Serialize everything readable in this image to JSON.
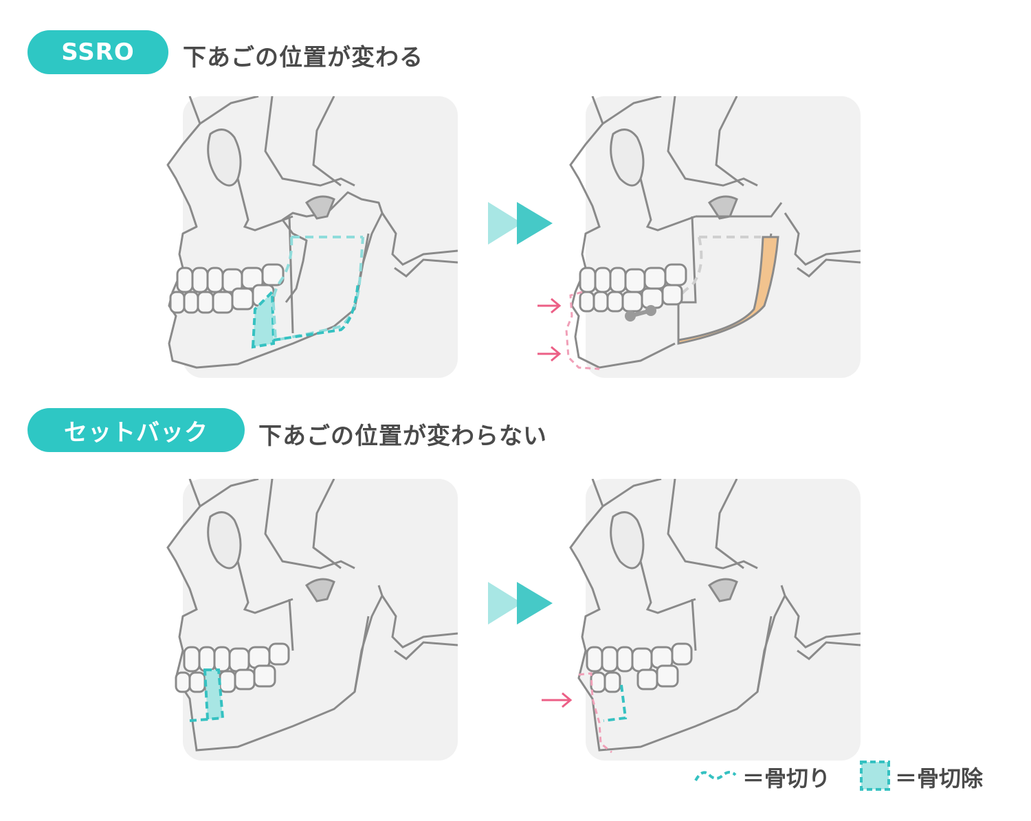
{
  "sections": [
    {
      "label": "SSRO",
      "heading": "下あごの位置が変わる"
    },
    {
      "label": "セットバック",
      "heading": "下あごの位置が変わらない"
    }
  ],
  "legend": [
    {
      "text": "＝骨切り",
      "icon": "dashed-wave-icon"
    },
    {
      "text": "＝骨切除",
      "icon": "dashed-square-icon"
    }
  ],
  "colors": {
    "accent": "#2ec7c4",
    "accent_light": "#a8e6e4",
    "cut_line": "#35c1c1",
    "movement_arrow": "#ec5f86",
    "moved_bone_outline": "#f0a0b8",
    "bone_graft": "#f2c38e",
    "skull_fill": "#f1f1f1",
    "skull_stroke": "#8a8a8a"
  }
}
